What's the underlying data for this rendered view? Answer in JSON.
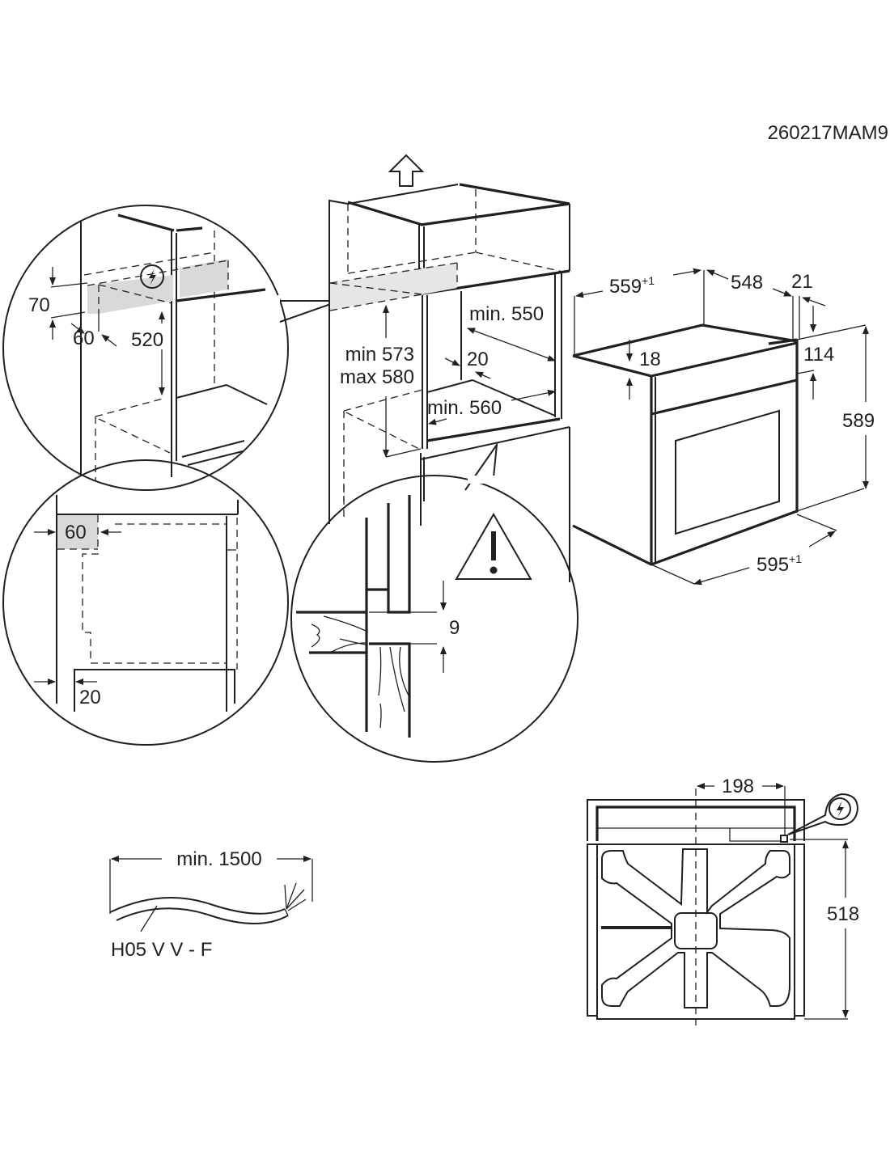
{
  "drawing_code": "260217MAM9",
  "detail_top_left": {
    "title": "Electrical connection zone detail",
    "dim_height": "70",
    "dim_depth": "60",
    "dim_height_from_floor": "520",
    "icon": "electrical-bolt-icon"
  },
  "detail_bottom_left": {
    "title": "Cabinet side clearance detail",
    "dim_side_gap": "60",
    "dim_bottom_gap": "20"
  },
  "cabinet": {
    "title": "Built-in cabinet niche",
    "airflow_icon": "up-arrow-icon",
    "dim_niche_height_min": "min 573",
    "dim_niche_height_max": "max 580",
    "dim_depth": "min. 550",
    "dim_rear_gap": "20",
    "dim_width": "min. 560"
  },
  "detail_bottom_middle": {
    "title": "Shelf gap detail",
    "warning_icon": "warning-triangle-icon",
    "dim_gap": "9"
  },
  "oven": {
    "title": "Oven dimensions",
    "dim_body_depth": "559",
    "dim_body_depth_tol": "+1",
    "dim_total_depth": "548",
    "dim_front_thickness": "21",
    "dim_top_offset": "18",
    "dim_panel_height": "114",
    "dim_height": "589",
    "dim_width": "595",
    "dim_width_tol": "+1"
  },
  "cable": {
    "title": "Power cable",
    "dim_length": "min. 1500",
    "type": "H05 V V - F"
  },
  "top_view": {
    "title": "Oven rear view",
    "dim_connection_offset": "198",
    "dim_connection_height": "518",
    "icon": "electrical-bolt-icon"
  }
}
